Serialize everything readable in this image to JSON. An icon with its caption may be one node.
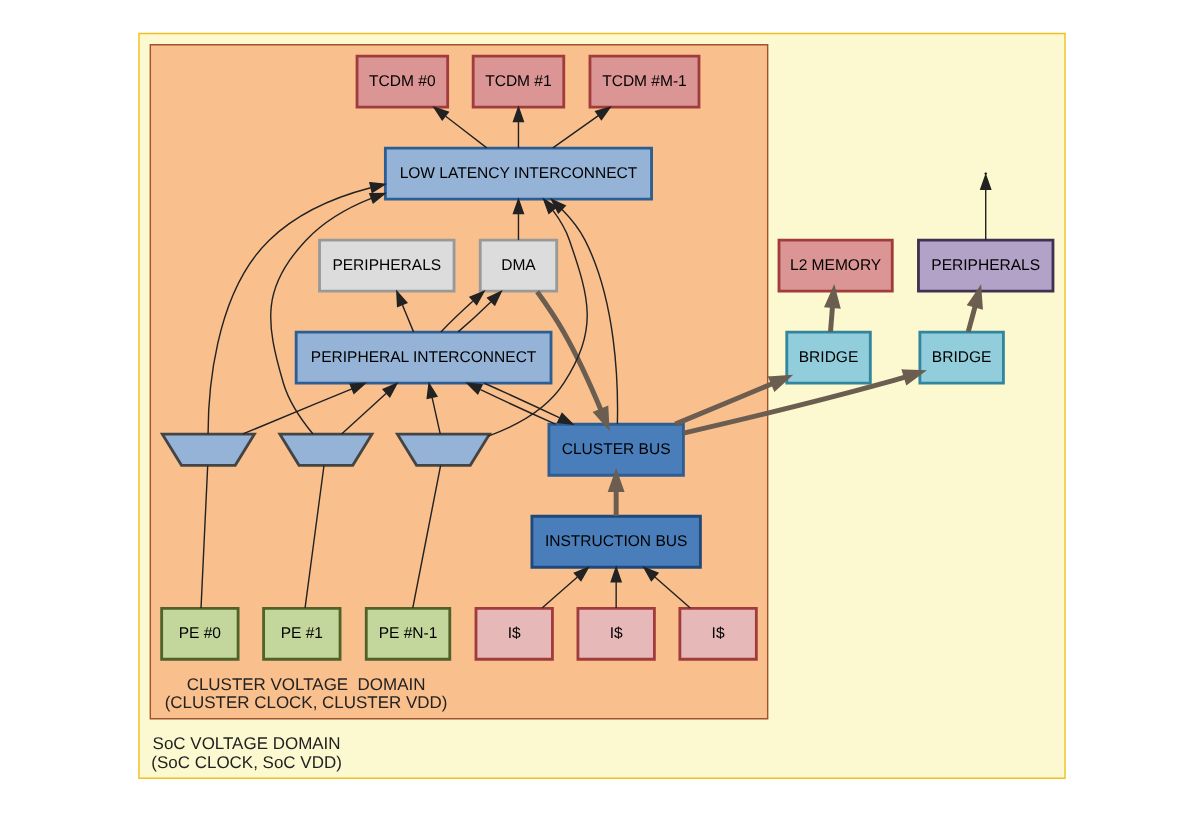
{
  "diagram": {
    "nodes": [
      {
        "text": [
          "SoC VOLTAGE DOMAIN",
          "(SoC CLOCK, SoC VDD)"
        ]
      },
      {
        "text": [
          "L2 MEMORY"
        ],
        "in": 0
      },
      {
        "text": [
          "BRIDGE"
        ],
        "in": 0
      },
      {
        "text": [
          "PERIPHERALS"
        ],
        "in": 0
      },
      {
        "text": [
          "BRIDGE"
        ],
        "in": 0
      },
      {
        "text": [
          "CLUSTER VOLTAGE  DOMAIN",
          "(CLUSTER CLOCK, CLUSTER VDD)"
        ],
        "in": 0
      },
      {
        "text": [
          "CLUSTER BUS"
        ],
        "in": 5
      },
      {
        "text": [
          "DMA"
        ],
        "in": 5
      },
      {
        "text": [
          "TCDM #0"
        ],
        "in": 5
      },
      {
        "text": [
          "TCDM #1"
        ],
        "in": 5
      },
      {
        "text": [
          "TCDM #M-1"
        ],
        "in": 5
      },
      {
        "text": [
          "LOW LATENCY INTERCONNECT"
        ],
        "in": 5
      },
      {
        "text": [
          "PERIPHERAL INTERCONNECT"
        ],
        "in": 5
      },
      {
        "text": [
          "PERIPHERALS"
        ],
        "in": 5
      },
      {
        "text": [],
        "shape": "trapezoid",
        "in": 5
      },
      {
        "text": [],
        "shape": "trapezoid",
        "in": 5
      },
      {
        "text": [],
        "shape": "trapezoid",
        "in": 5
      },
      {
        "text": [
          "PE #0"
        ],
        "in": 5
      },
      {
        "text": [
          "I$"
        ],
        "in": 5
      },
      {
        "text": [
          "PE #1"
        ],
        "in": 5
      },
      {
        "text": [
          "I$"
        ],
        "in": 5
      },
      {
        "text": [
          "PE #N-1"
        ],
        "in": 5
      },
      {
        "text": [
          "I$"
        ],
        "in": 5
      },
      {
        "text": [
          "INSTRUCTION BUS"
        ],
        "in": 5
      }
    ],
    "edges": [
      {
        "from": 6,
        "to": 2,
        "arrow": "to",
        "style": "thick"
      },
      {
        "from": 2,
        "to": 1,
        "arrow": "to",
        "style": "thick"
      },
      {
        "from": 6,
        "to": 4,
        "arrow": "to",
        "style": "thick"
      },
      {
        "from": 4,
        "to": 3,
        "arrow": "to",
        "style": "thick"
      },
      {
        "from": 3,
        "to": null,
        "arrow": "to"
      },
      {
        "from": 7,
        "to": 6,
        "arrow": "to",
        "style": "thick"
      },
      {
        "from": 11,
        "to": 8,
        "arrow": "to"
      },
      {
        "from": 11,
        "to": 9,
        "arrow": "to"
      },
      {
        "from": 11,
        "to": 10,
        "arrow": "to"
      },
      {
        "from": 7,
        "to": 11,
        "arrow": "to"
      },
      {
        "from": 6,
        "to": 11,
        "arrow": "to"
      },
      {
        "from": 12,
        "to": 7,
        "arrow": "to"
      },
      {
        "from": 12,
        "to": 7,
        "arrow": "to"
      },
      {
        "from": 12,
        "to": 6,
        "arrow": "to"
      },
      {
        "from": 6,
        "to": 12,
        "arrow": "to"
      },
      {
        "from": 12,
        "to": 13,
        "arrow": "to"
      },
      {
        "from": 14,
        "to": 11,
        "arrow": "to"
      },
      {
        "from": 15,
        "to": 11,
        "arrow": "to"
      },
      {
        "from": 16,
        "to": 11,
        "arrow": "to"
      },
      {
        "from": 14,
        "to": 12,
        "arrow": "to"
      },
      {
        "from": 15,
        "to": 12,
        "arrow": "to"
      },
      {
        "from": 16,
        "to": 12,
        "arrow": "to"
      },
      {
        "from": 17,
        "to": 14,
        "arrow": "none"
      },
      {
        "from": 19,
        "to": 15,
        "arrow": "none"
      },
      {
        "from": 21,
        "to": 16,
        "arrow": "none"
      },
      {
        "from": 18,
        "to": 23,
        "arrow": "to"
      },
      {
        "from": 20,
        "to": 23,
        "arrow": "to"
      },
      {
        "from": 22,
        "to": 23,
        "arrow": "to"
      },
      {
        "from": 23,
        "to": 6,
        "arrow": "to",
        "style": "thick"
      }
    ]
  }
}
